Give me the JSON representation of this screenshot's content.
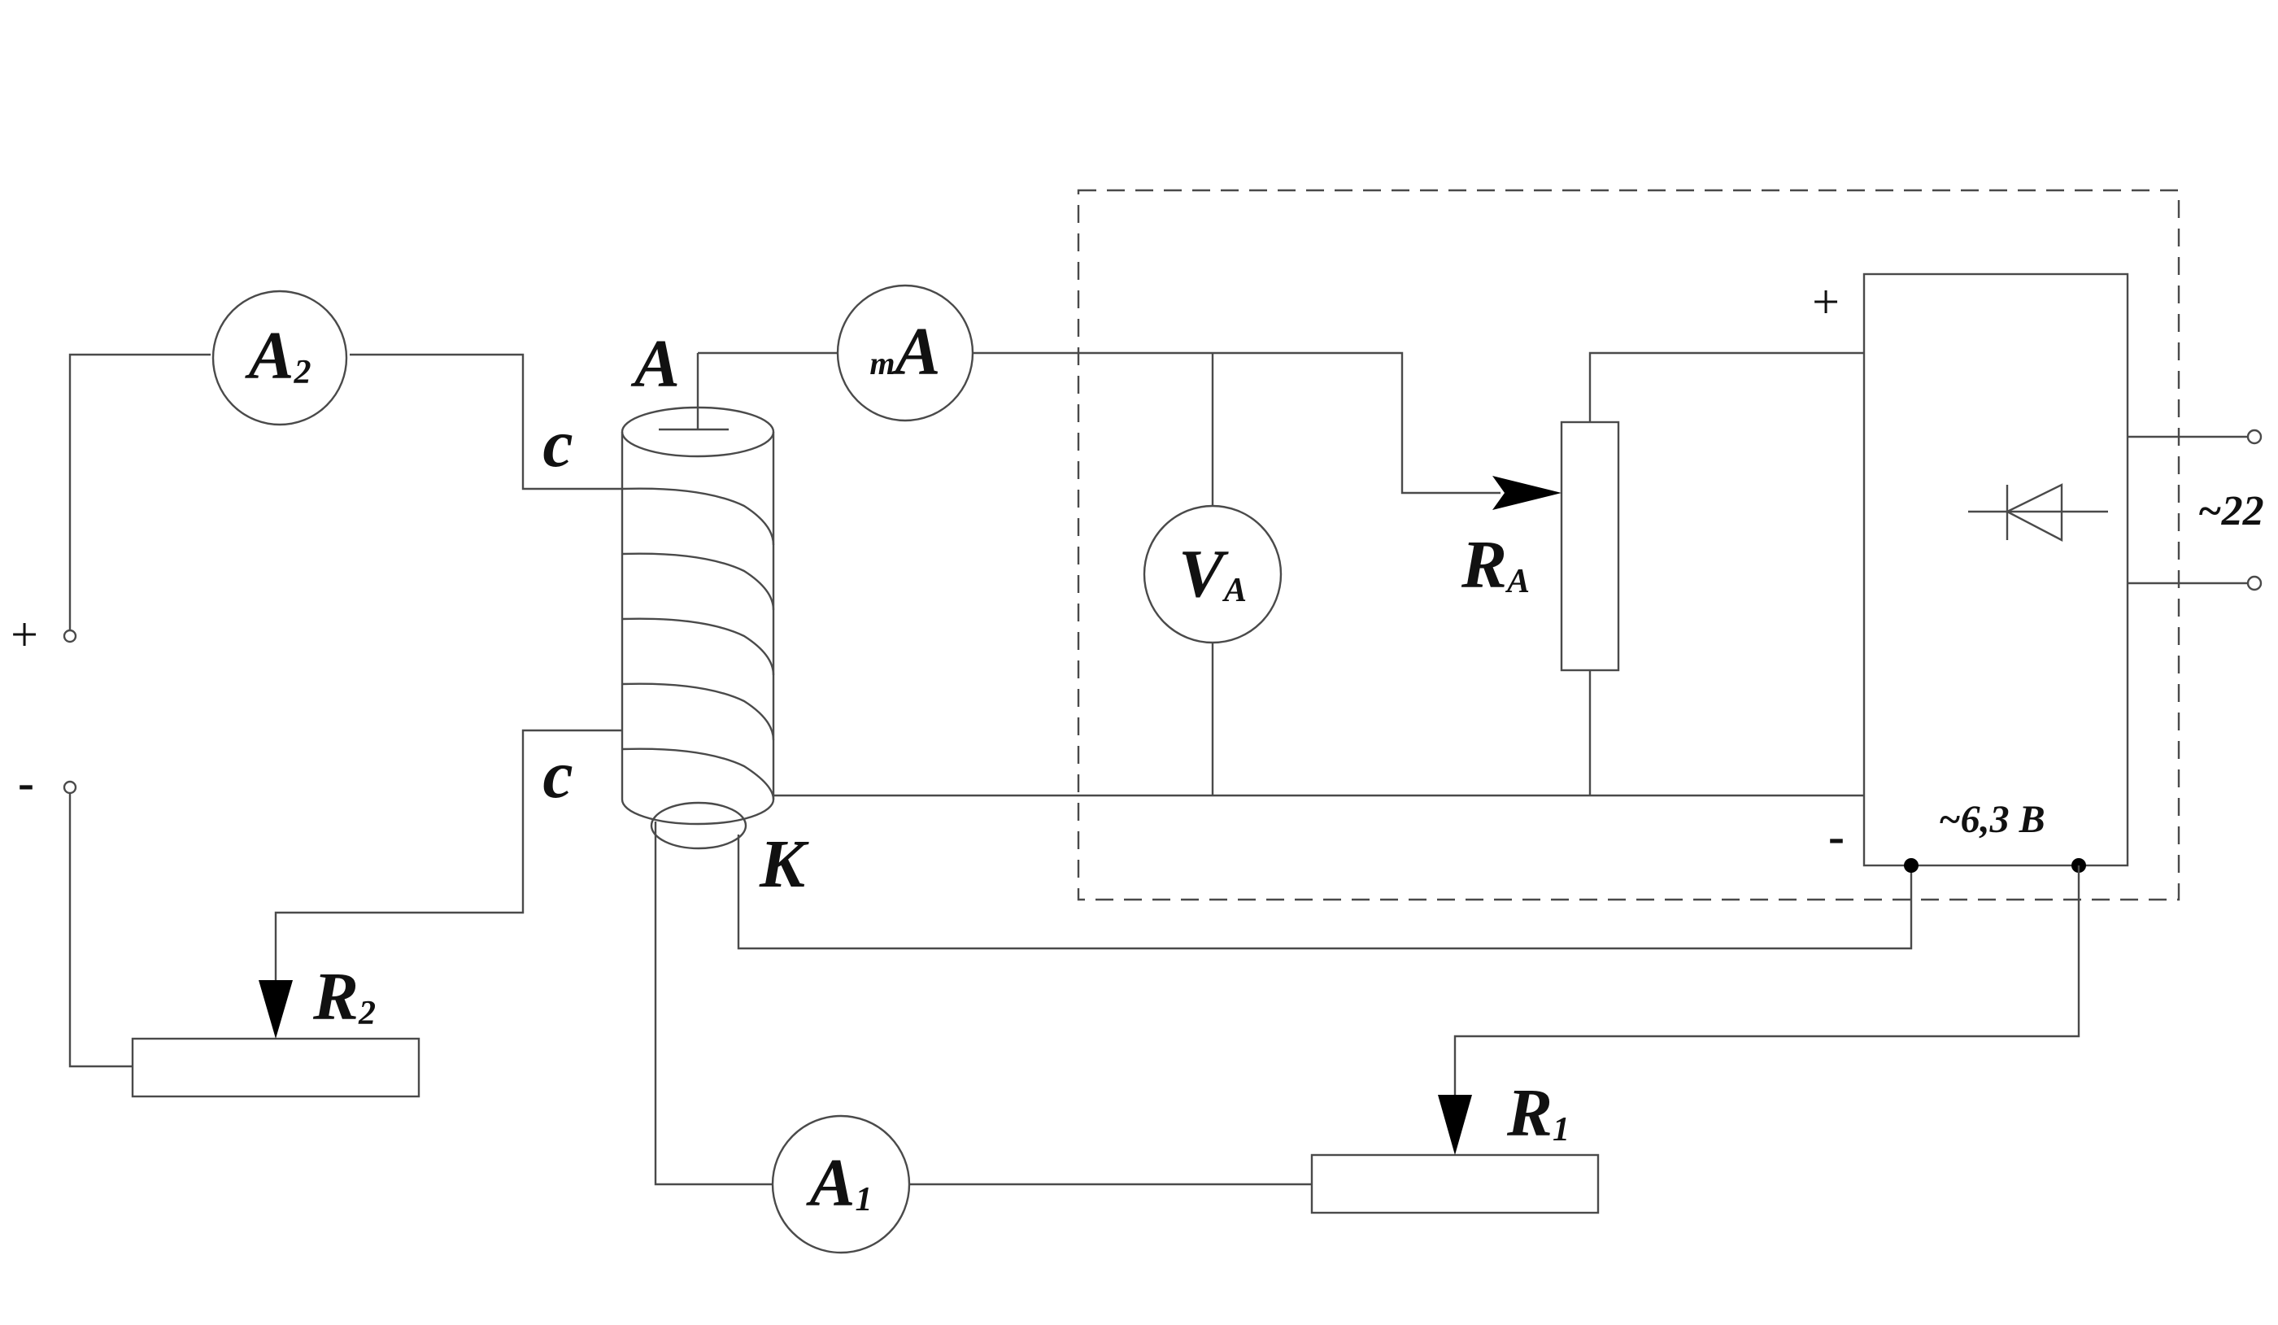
{
  "diagram": {
    "meters": {
      "a2": {
        "main": "A",
        "sub": "2"
      },
      "ma": {
        "pre": "m",
        "main": "A"
      },
      "va": {
        "main": "V",
        "sub": "A"
      },
      "a1": {
        "main": "A",
        "sub": "1"
      }
    },
    "resistors": {
      "ra": {
        "main": "R",
        "sub": "A"
      },
      "r2": {
        "main": "R",
        "sub": "2"
      },
      "r1": {
        "main": "R",
        "sub": "1"
      }
    },
    "tube": {
      "anode_label": "A",
      "cathode_label": "K",
      "grid_label_top": "c",
      "grid_label_bottom": "c"
    },
    "left_source": {
      "plus": "+",
      "minus": "-"
    },
    "supply": {
      "plus": "+",
      "minus": "-",
      "filament_voltage": "~6,3 В",
      "mains_voltage": "~22"
    },
    "colors": {
      "line": "#4a4a4a",
      "text": "#111111",
      "dot": "#000000"
    }
  }
}
